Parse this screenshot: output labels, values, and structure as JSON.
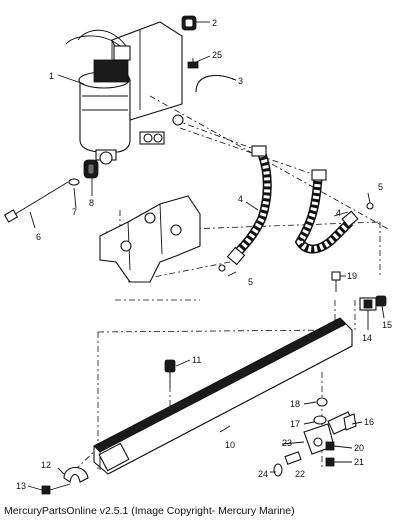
{
  "callouts": {
    "c1": "1",
    "c2": "2",
    "c3": "3",
    "c25": "25",
    "c4a": "4",
    "c4b": "4",
    "c5a": "5",
    "c5b": "5",
    "c6": "6",
    "c7": "7",
    "c8": "8",
    "c10": "10",
    "c11": "11",
    "c12": "12",
    "c13": "13",
    "c14": "14",
    "c15": "15",
    "c16": "16",
    "c17": "17",
    "c18": "18",
    "c19": "19",
    "c20": "20",
    "c21": "21",
    "c22": "22",
    "c23": "23",
    "c24": "24"
  },
  "caption": "MercuryPartsOnline v2.5.1 (Image Copyright- Mercury Marine)"
}
